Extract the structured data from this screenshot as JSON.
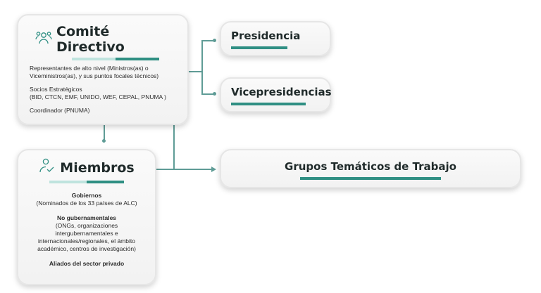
{
  "comite": {
    "title": "Comité Directivo",
    "representantes": "Representantes de alto nivel (Ministros(as) o Viceministros(as), y sus puntos focales técnicos)",
    "socios_label": "Socios Estratégicos",
    "socios_list": "(BID, CTCN, EMF, UNIDO, WEF, CEPAL, PNUMA )",
    "coordinador": "Coordinador (PNUMA)"
  },
  "presidencia": {
    "title": "Presidencia"
  },
  "vicepresidencias": {
    "title": "Vicepresidencias"
  },
  "grupos": {
    "title": "Grupos Temáticos de Trabajo"
  },
  "miembros": {
    "title": "Miembros",
    "gobiernos_label": "Gobiernos",
    "gobiernos_detail": "(Nominados de los 33 países de ALC)",
    "no_gub_label": "No gubernamentales",
    "no_gub_detail": "(ONGs, organizaciones intergubernamentales e internacionales/regionales, el ámbito académico, centros de investigación)",
    "aliados": "Aliados del sector privado"
  },
  "colors": {
    "accent": "#2f8f83",
    "accent_light": "#bfe3de",
    "connector": "#5f9c96"
  }
}
